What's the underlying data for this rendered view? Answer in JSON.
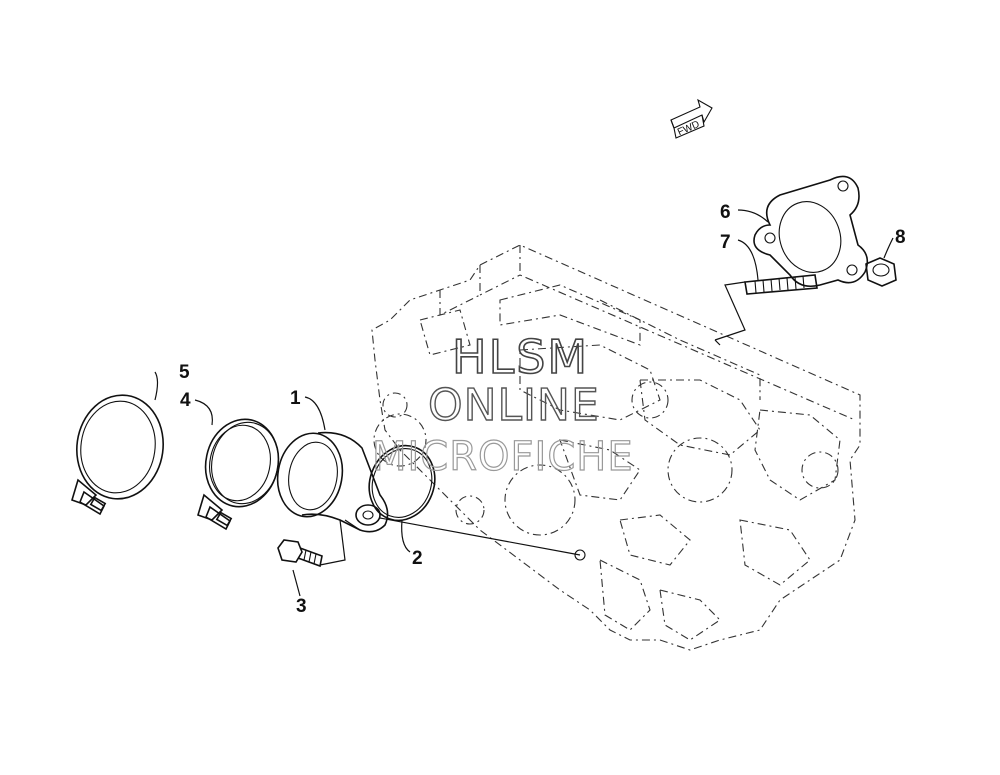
{
  "watermark": {
    "line1": "HLSM",
    "line2": "ONLINE",
    "line3": "MICROFICHE"
  },
  "fwd_label": "FWD",
  "callouts": [
    {
      "id": "1",
      "label": "1"
    },
    {
      "id": "2",
      "label": "2"
    },
    {
      "id": "3",
      "label": "3"
    },
    {
      "id": "4",
      "label": "4"
    },
    {
      "id": "5",
      "label": "5"
    },
    {
      "id": "6",
      "label": "6"
    },
    {
      "id": "7",
      "label": "7"
    },
    {
      "id": "8",
      "label": "8"
    }
  ]
}
